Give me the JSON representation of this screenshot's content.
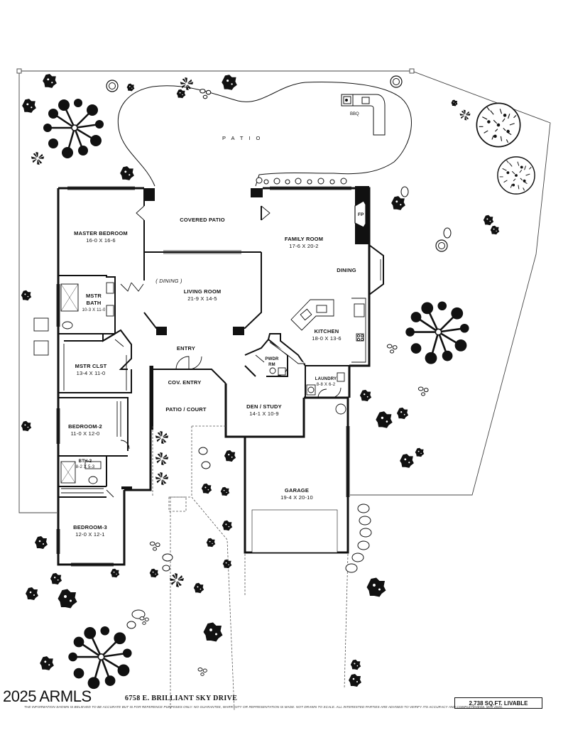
{
  "plan": {
    "address": "6758 E. BRILLIANT SKY DRIVE",
    "total_area": "2,738 SQ.FT. LIVABLE",
    "copyright": "2025 ARMLS",
    "disclaimer": "THE INFORMATION SHOWN IS BELIEVED TO BE ACCURATE BUT IS FOR REFERENCE PURPOSES ONLY. NO GUARANTEE, WARRANTY OR REPRESENTATION IS MADE. NOT DRAWN TO SCALE. ALL INTERESTED PARTIES ARE ADVISED TO VERIFY ITS ACCURACY AND COMPLETENESS. MAY 2025.",
    "outdoor": {
      "patio": "PATIO",
      "bbq": "BBQ"
    },
    "fireplace": "FP",
    "rooms": {
      "master_bedroom": {
        "name": "MASTER BEDROOM",
        "dim": "16-0  X  16-6"
      },
      "covered_patio": {
        "name": "COVERED PATIO"
      },
      "family_room": {
        "name": "FAMILY ROOM",
        "dim": "17-6  X  20-2"
      },
      "dining": {
        "name": "DINING"
      },
      "dining_alcove": {
        "name": "( DINING )"
      },
      "living_room": {
        "name": "LIVING ROOM",
        "dim": "21-9  X  14-5"
      },
      "mstr_bath": {
        "name": "MSTR BATH",
        "dim": "10-3 X 11-0"
      },
      "kitchen": {
        "name": "KITCHEN",
        "dim": "18-0  X  13-6"
      },
      "entry": {
        "name": "ENTRY"
      },
      "pwdr": {
        "name": "PWDR RM"
      },
      "mstr_clst": {
        "name": "MSTR  CLST",
        "dim": "13-4  X 11-0"
      },
      "laundry": {
        "name": "LAUNDRY",
        "dim": "8-8 X 6-2"
      },
      "cov_entry": {
        "name": "COV. ENTRY"
      },
      "patio_court": {
        "name": "PATIO / COURT"
      },
      "den_study": {
        "name": "DEN / STUDY",
        "dim": "14-1  X  10-9"
      },
      "bedroom_2": {
        "name": "BEDROOM-2",
        "dim": "11-0  X  12-0"
      },
      "bath_2": {
        "name": "BTH-2",
        "dim": "8-2 X 5-3"
      },
      "garage": {
        "name": "GARAGE",
        "dim": "19-4  X  20-10"
      },
      "bedroom_3": {
        "name": "BEDROOM-3",
        "dim": "12-0  X  12-1"
      }
    }
  }
}
